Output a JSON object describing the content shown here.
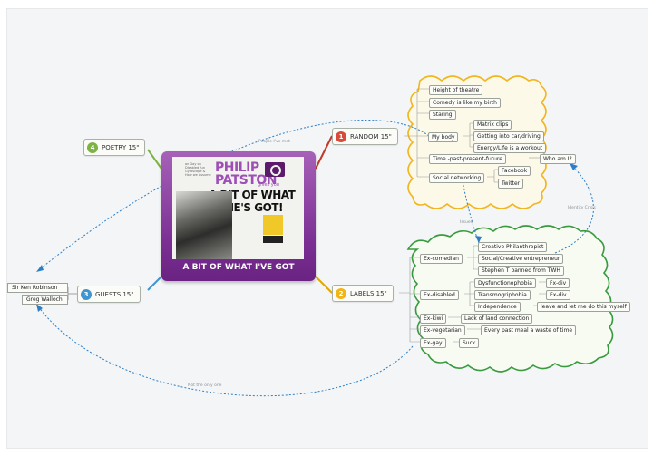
{
  "central": {
    "title": "A BIT OF WHAT I'VE GOT",
    "cover": {
      "name_line1": "PHILIP",
      "name_line2": "PATSTON",
      "gives": "gives you",
      "big_line1": "A BIT OF WHAT",
      "big_line2": "HE'S GOT!",
      "tagline": "on Gay on Disabled fun Gyroscope & How we Assume"
    }
  },
  "topics": {
    "poetry": {
      "number": "4",
      "label": "POETRY 15\"",
      "color": "#7cb342"
    },
    "random": {
      "number": "1",
      "label": "RANDOM 15\"",
      "color": "#d84b3b"
    },
    "guests": {
      "number": "3",
      "label": "GUESTS 15\"",
      "color": "#3f95d2"
    },
    "labels": {
      "number": "2",
      "label": "LABELS 15\"",
      "color": "#f2b516"
    }
  },
  "guests_items": [
    "Sir Ken Robinson",
    "Greg Walloch"
  ],
  "random_items": {
    "height": "Height of theatre",
    "comedy": "Comedy is like my birth",
    "staring": "Staring",
    "my_body": "My body",
    "matrix": "Matrix clips",
    "getting": "Getting into car/driving",
    "energy": "Energy/Life is a workout",
    "time": "Time -past-present-future",
    "who": "Who am I?",
    "social": "Social networking",
    "facebook": "Facebook",
    "twitter": "Twitter"
  },
  "labels_items": {
    "ex_comedian": "Ex-comedian",
    "creative": "Creative Philanthropist",
    "social_ent": "Social/Creative entrepreneur",
    "stephen": "Stephen T banned from TWH",
    "ex_disabled": "Ex-disabled",
    "dysfunc": "Dysfunctionophobia",
    "fx_div": "Fx-div",
    "transmog": "Transmogriphobia",
    "ex_div": "Ex-div",
    "indep": "Independence",
    "leave": "leave and let me do this myself",
    "ex_kiwi": "Ex-kiwi",
    "lack": "Lack of land connection",
    "ex_veg": "Ex-vegetarian",
    "every": "Every past meal a waste of time",
    "ex_gay": "Ex-gay",
    "suck": "Suck"
  },
  "relationships": {
    "people": "People I've met",
    "identity": "Identity Crisis",
    "not_only": "Not the only one",
    "issues": "Issues"
  }
}
